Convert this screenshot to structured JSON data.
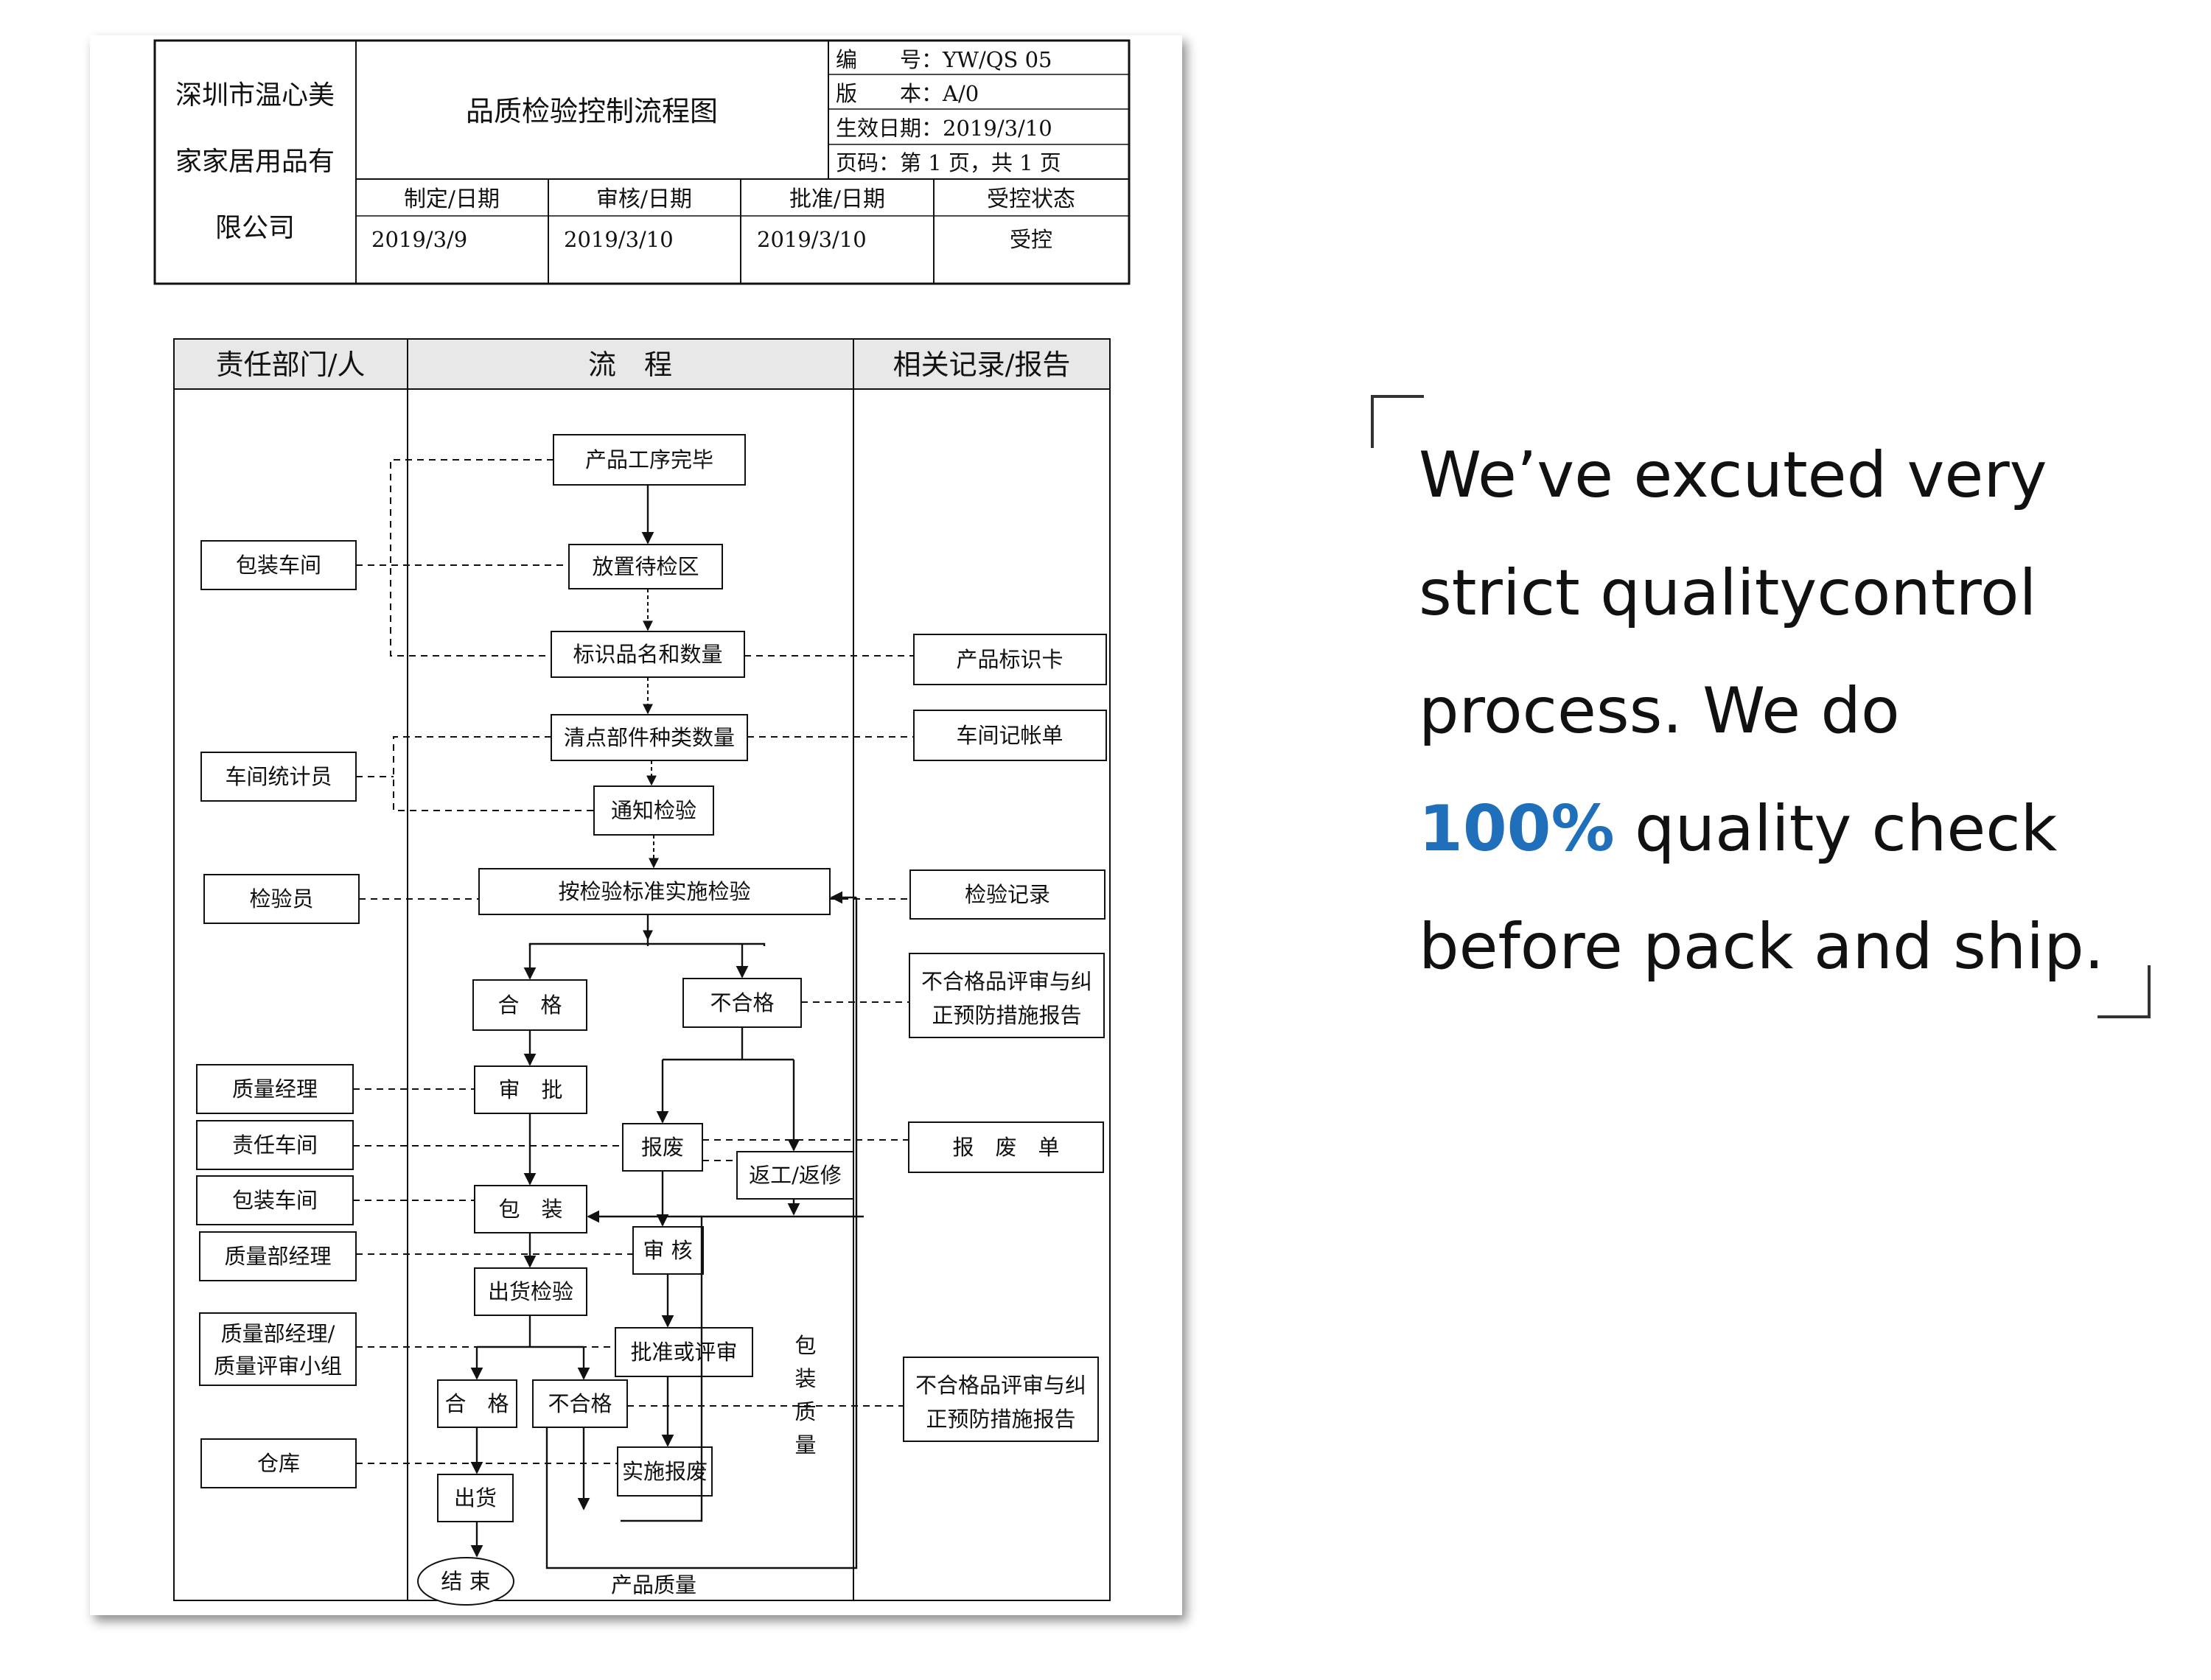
{
  "header": {
    "company_lines": [
      "深圳市温心美",
      "家家居用品有",
      "限公司"
    ],
    "title": "品质检验控制流程图",
    "info": [
      {
        "label": "编　　号：",
        "value": "YW/QS 05"
      },
      {
        "label": "版　　本：",
        "value": "A/0"
      },
      {
        "label": "生效日期：",
        "value": "2019/3/10"
      },
      {
        "label": "页码：",
        "value": "第 1 页，共 1 页"
      }
    ],
    "approval_headers": [
      "制定/日期",
      "审核/日期",
      "批准/日期",
      "受控状态"
    ],
    "approval_values": [
      "2019/3/9",
      "2019/3/10",
      "2019/3/10",
      "受控"
    ]
  },
  "flow": {
    "columns": [
      "责任部门/人",
      "流　程",
      "相关记录/报告"
    ],
    "departments": [
      "包装车间",
      "车间统计员",
      "检验员",
      "质量经理",
      "责任车间",
      "包装车间",
      "质量部经理",
      "质量部经理/",
      "质量评审小组",
      "仓库"
    ],
    "steps": {
      "s1": "产品工序完毕",
      "s2": "放置待检区",
      "s3": "标识品名和数量",
      "s4": "清点部件种类数量",
      "s5": "通知检验",
      "s6": "按检验标准实施检验",
      "pass1": "合　格",
      "fail1": "不合格",
      "approve": "审　批",
      "scrap": "报废",
      "rework": "返工/返修",
      "pack": "包　装",
      "review": "审 核",
      "ship_inspect": "出货检验",
      "approve_or_review": "批准或评审",
      "pass2": "合　格",
      "fail2": "不合格",
      "do_scrap": "实施报废",
      "ship": "出货",
      "end": "结 束"
    },
    "loop_label_vertical": [
      "包",
      "装",
      "质",
      "量"
    ],
    "loop_label_bottom": "产品质量",
    "records": {
      "r1": "产品标识卡",
      "r2": "车间记帐单",
      "r3": "检验记录",
      "r4a": "不合格品评审与纠",
      "r4b": "正预防措施报告",
      "r5": "报　废　单",
      "r6a": "不合格品评审与纠",
      "r6b": "正预防措施报告"
    }
  },
  "tagline": {
    "line1": "We’ve excuted very",
    "line2": "strict qualitycontrol",
    "line3": "process. We do",
    "line4_accent": "100%",
    "line4_rest": " quality check",
    "line5": "before pack and ship."
  },
  "colors": {
    "accent": "#1f6fba",
    "header_fill": "#e8e8e8",
    "line": "#111111"
  }
}
